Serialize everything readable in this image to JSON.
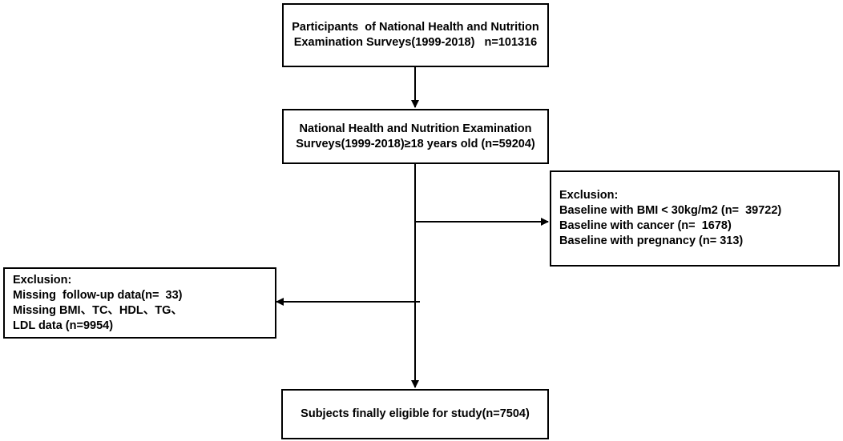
{
  "boxes": {
    "participants": {
      "lines": [
        "Participants  of National Health and Nutrition",
        "Examination Surveys(1999-2018)   n=101316"
      ]
    },
    "adults": {
      "lines": [
        "National Health and Nutrition Examination",
        "Surveys(1999-2018)≥18 years old (n=59204)"
      ]
    },
    "exclusion_right": {
      "lines": [
        "Exclusion:",
        "Baseline with BMI < 30kg/m2 (n=  39722)",
        "Baseline with cancer (n=  1678)",
        "Baseline with pregnancy (n= 313)"
      ]
    },
    "exclusion_left": {
      "lines": [
        "Exclusion:",
        "Missing  follow-up data(n=  33)",
        "Missing BMI、TC、HDL、TG、",
        "LDL data (n=9954)"
      ]
    },
    "final": {
      "lines": [
        "Subjects finally eligible for study(n=7504)"
      ]
    }
  }
}
